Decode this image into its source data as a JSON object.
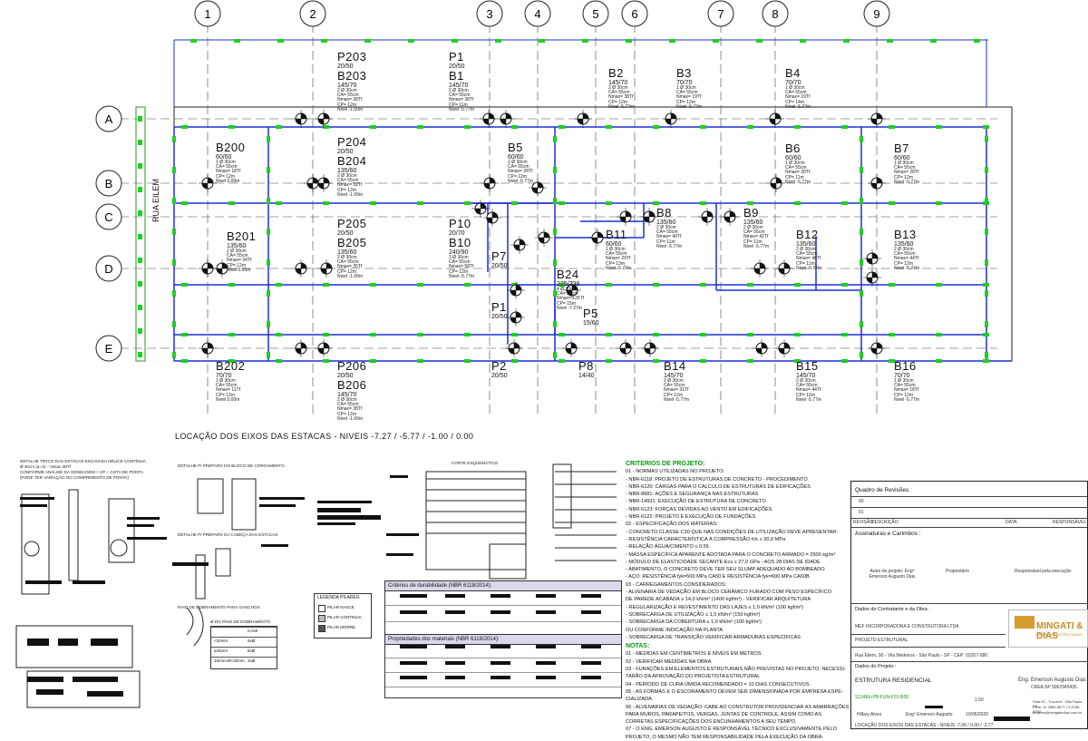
{
  "drawing": {
    "axes_numbers": [
      "1",
      "2",
      "3",
      "4",
      "5",
      "6",
      "7",
      "8",
      "9"
    ],
    "axes_letters": [
      "A",
      "B",
      "C",
      "D",
      "E"
    ],
    "street": "RUA EILEM",
    "caption": "LOCAÇÃO DOS EIXOS DAS ESTACAS - NIVEIS -7.27 / -5.77 / -1.00 / 0.00"
  },
  "elements": [
    {
      "id": "p203",
      "lines": [
        "P203",
        "20/50",
        "B203"
      ],
      "detail": [
        "145/70",
        "2 Ø 30cm",
        "CA= 55cm",
        "Nmax= 38Tf",
        "CP= 12m",
        "Nivel -1.00m"
      ]
    },
    {
      "id": "p1",
      "lines": [
        "P1",
        "20/50",
        "B1"
      ],
      "detail": [
        "145/70",
        "2 Ø 30cm",
        "CA= 55cm",
        "Nmax= 38Tf",
        "CP= 11m",
        "Nivel -5.77m"
      ]
    },
    {
      "id": "b2",
      "lines": [
        "B2"
      ],
      "detail": [
        "145/70",
        "2 Ø 30cm",
        "CA= 55cm",
        "Nmax= 38Tf",
        "CP= 12m",
        "Nivel -5.77m"
      ]
    },
    {
      "id": "b3",
      "lines": [
        "B3"
      ],
      "detail": [
        "70/70",
        "1 Ø 30cm",
        "CA= 55cm",
        "Nmax= 19Tf",
        "CP= 12m",
        "Nivel -5.77m"
      ]
    },
    {
      "id": "b4",
      "lines": [
        "B4"
      ],
      "detail": [
        "70/70",
        "1 Ø 30cm",
        "CA= 55cm",
        "Nmax= 19Tf",
        "CP= 14m",
        "Nivel -5.77m"
      ]
    },
    {
      "id": "b200",
      "lines": [
        "B200"
      ],
      "detail": [
        "60/60",
        "1 Ø 30cm",
        "CA= 55cm",
        "Nmax= 18Tf",
        "CP= 12m",
        "Nivel 0.00m"
      ]
    },
    {
      "id": "p204",
      "lines": [
        "P204",
        "20/50",
        "B204"
      ],
      "detail": [
        "135/60",
        "2 Ø 30cm",
        "CA= 55cm",
        "Nmax= 32Tf",
        "CP= 12m",
        "Nivel -1.00m"
      ]
    },
    {
      "id": "b5",
      "lines": [
        "B5"
      ],
      "detail": [
        "60/60",
        "1 Ø 30cm",
        "CA= 55cm",
        "Nmax= 28Tf",
        "CP= 12m",
        "Nivel -5.77m"
      ]
    },
    {
      "id": "b6",
      "lines": [
        "B6"
      ],
      "detail": [
        "60/60",
        "1 Ø 30cm",
        "CA= 55cm",
        "Nmax= 28Tf",
        "CP= 11m",
        "Nivel -5.77m"
      ]
    },
    {
      "id": "b7",
      "lines": [
        "B7"
      ],
      "detail": [
        "60/60",
        "1 Ø 30cm",
        "CA= 55cm",
        "Nmax= 28Tf",
        "CP= 12m",
        "Nivel -5.77m"
      ]
    },
    {
      "id": "b8",
      "lines": [
        "B8"
      ],
      "detail": [
        "135/60",
        "2 Ø 30cm",
        "CA= 55cm",
        "Nmax= 40Tf",
        "CP= 11m",
        "Nivel -5.77m"
      ]
    },
    {
      "id": "b9",
      "lines": [
        "B9"
      ],
      "detail": [
        "135/60",
        "2 Ø 30cm",
        "CA= 55cm",
        "Nmax= 42Tf",
        "CP= 11m",
        "Nivel -5.77m"
      ]
    },
    {
      "id": "b201",
      "lines": [
        "B201"
      ],
      "detail": [
        "135/60",
        "2 Ø 30cm",
        "CA= 55cm",
        "Nmax= 34Tf",
        "CP= 12m",
        "Nivel 0.00m"
      ]
    },
    {
      "id": "p205",
      "lines": [
        "P205",
        "20/50",
        "B205"
      ],
      "detail": [
        "135/60",
        "2 Ø 30cm",
        "CA= 55cm",
        "Nmax= 35Tf",
        "CP= 12m",
        "Nivel -1.00m"
      ]
    },
    {
      "id": "p10",
      "lines": [
        "P10",
        "20/70",
        "B10"
      ],
      "detail": [
        "240/90",
        "3 Ø 30cm",
        "CA= 55cm",
        "Nmax= 58Tf",
        "CP= 12m",
        "Nivel -5.77m"
      ]
    },
    {
      "id": "b11",
      "lines": [
        "B11"
      ],
      "detail": [
        "60/60",
        "1 Ø 30cm",
        "CA= 55cm",
        "Nmax= 29Tf",
        "CP= 13m",
        "Nivel -5.77m"
      ]
    },
    {
      "id": "b12",
      "lines": [
        "B12"
      ],
      "detail": [
        "135/60",
        "2 Ø 30cm",
        "CA= 55cm",
        "Nmax= 48Tf",
        "CP= 11m",
        "Nivel -5.77m"
      ]
    },
    {
      "id": "b13",
      "lines": [
        "B13"
      ],
      "detail": [
        "135/60",
        "2 Ø 30cm",
        "CA= 55cm",
        "Nmax= 44Tf",
        "CP= 12m",
        "Nivel -5.77m"
      ]
    },
    {
      "id": "p7",
      "lines": [
        "P7",
        "20/50"
      ],
      "detail": []
    },
    {
      "id": "b24",
      "lines": [
        "B24"
      ],
      "detail": [
        "225/238",
        "4 Ø 30cm",
        "CA= 55cm",
        "Nmax= 126Tf",
        "CP= 15m",
        "Nivel -7.27m"
      ]
    },
    {
      "id": "p1b",
      "lines": [
        "P1",
        "20/50"
      ],
      "detail": []
    },
    {
      "id": "p5",
      "lines": [
        "P5",
        "15/60"
      ],
      "detail": []
    },
    {
      "id": "b202",
      "lines": [
        "B202"
      ],
      "detail": [
        "70/70",
        "1 Ø 30cm",
        "CA= 55cm",
        "Nmax= 11Tf",
        "CP= 12m",
        "Nivel 0.00m"
      ]
    },
    {
      "id": "p206",
      "lines": [
        "P206",
        "20/50",
        "B206"
      ],
      "detail": [
        "145/70",
        "2 Ø 30cm",
        "CA= 55cm",
        "Nmax= 38Tf",
        "CP= 12m",
        "Nivel -1.00m"
      ]
    },
    {
      "id": "p2",
      "lines": [
        "P2",
        "20/50"
      ],
      "detail": []
    },
    {
      "id": "p8",
      "lines": [
        "P8",
        "14/40"
      ],
      "detail": []
    },
    {
      "id": "b14",
      "lines": [
        "B14"
      ],
      "detail": [
        "145/70",
        "2 Ø 30cm",
        "CA= 55cm",
        "Nmax= 31Tf",
        "CP= 12m",
        "Nivel -5.77m"
      ]
    },
    {
      "id": "b15",
      "lines": [
        "B15"
      ],
      "detail": [
        "145/70",
        "2 Ø 30cm",
        "CA= 55cm",
        "Nmax= 44Tf",
        "CP= 12m",
        "Nivel -5.77m"
      ]
    },
    {
      "id": "b16",
      "lines": [
        "B16"
      ],
      "detail": [
        "70/70",
        "1 Ø 30cm",
        "CA= 55cm",
        "Nmax= 18Tf",
        "CP= 12m",
        "Nivel -5.77m"
      ]
    }
  ],
  "details": {
    "estaca_title": "DETALHE TÍPICO DAS ESTACAS ESCAVADA HÉLICE CONTÍNUA",
    "estaca_sub": "Ø 30cm (a=3) – Nmax 38Tf",
    "estaca_sub2": "CONFORME ANÁLISE DA SONDAGEM + CP – COTA DE PONTA",
    "estaca_sub3": "(PODE TER VARIAÇÃO NO COMPRIMENTO DE PONTA)",
    "bloco_title": "DETALHE P/ PREPARO DO BLOCO DE COROAMENTO",
    "cabeca_title": "DETALHE P/ PREPARO DA CABEÇA DAS ESTACAS",
    "raio_title": "RAIO DE DOBRAMENTO PARA GANCHOS",
    "pino_title": "Ø DO PINO DE DOBRAMENTO",
    "corte_title": "CORTE ESQUEMÁTICO",
    "legend_title": "LEGENDA PILARES:",
    "legend_items": [
      "PILAR NASCE",
      "PILAR CONTINUA",
      "PILAR MORRE"
    ],
    "durab_title": "Critérios de durabilidade (NBR 6118/2014):",
    "prop_title": "Propriedades dos materiais (NBR 6118/2014):",
    "pino_rows": [
      [
        "",
        "CA50"
      ],
      [
        "<20mm",
        "5xØ"
      ],
      [
        "≥20mm",
        "8xØ"
      ],
      [
        "10mm<Ø<20mm",
        "3xØ"
      ]
    ]
  },
  "criteria": {
    "title": "CRITÉRIOS DE PROJETO:",
    "lines": [
      "01 - NORMAS UTILIZADAS NO PROJETO:",
      "  - NBR-6118: PROJETO DE ESTRUTURAS DE CONCRETO - PROCEDIMENTO",
      "  - NBR-6120: CARGAS PARA O CÁLCULO DE ESTRUTURAS DE EDIFICAÇÕES",
      "  - NBR-8681: AÇÕES E SEGURANÇA NAS ESTRUTURAS",
      "  - NBR-14931: EXECUÇÃO DE ESTRUTURA DE CONCRETO",
      "  - NBR-6123: FORÇAS DEVIDAS AO VENTO EM EDIFICAÇÕES",
      "  - NBR-6122: PROJETO E EXECUÇÃO DE FUNDAÇÕES",
      "02 - ESPECIFICAÇÃO DOS MATERIAS:",
      "  - CONCRETO CLASSE C30 QUE NAS CONDIÇÕES DE UTILIZAÇÃO DEVE APRESENTAR:",
      "  - RESISTÊNCIA CARACTERÍSTICA À COMPRESSÃO fck ≥ 30,0 MPa",
      "  - RELAÇÃO ÁGUA/CIMENTO ≤ 0,55",
      "  - MASSA ESPECÍFICA APARENTE ADOTADA PARA O CONCRETO ARMADO = 2500 kg/m³",
      "  - MÓDULO DE ELASTICIDADE SECANTE Ecs ≥ 27,0 GPa - AOS 28 DIAS DE IDADE",
      "  - ABATIMENTO, O CONCRETO DEVE TER SEU SLUMP ADEQUADO AO BOMBEADO",
      "  - AÇO: RESISTÊNCIA fyk=500 MPa CA50 E RESISTÊNCIA fyk=600 MPa CA60B",
      "03 - CARREGAMENTOS CONSIDERADOS:",
      "  - ALVENARIA DE VEDAÇÃO EM BLOCO CERÂMICO FURADO COM PESO ESPECÍFICO",
      "    DE PAREDE ACABADA ≤ 14,0 kN/m³ (1400 kgf/m³) - VERIFICAR ARQUITETURA",
      "  - REGULARIZAÇÃO E REVESTIMENTO DAS LAJES ≤ 1,0 kN/m² (100 kgf/m²)",
      "  - SOBRECARGA DE UTILIZAÇÃO ≤ 1,5 kN/m² (150 kgf/m²)",
      "  - SOBRECARGA DA COBERTURA ≤ 1,0 kN/m² (100 kgf/m²)",
      "    OU CONFORME INDICAÇÃO NA PLANTA",
      "  - SOBRECARGA DE TRANSIÇÃO VERIFICAR ARMADURAS ESPECÍFICAS"
    ],
    "notes_title": "NOTAS:",
    "notes": [
      "01 - MEDIDAS EM CENTÍMETROS E NÍVEIS EM METROS",
      "02 - VERIFICAR MEDIDAS NA OBRA",
      "03 - FURAÇÕES EM ELEMENTOS ESTRUTURAIS NÃO PREVISTAS NO PROJETO, NECESSI-",
      "     TARÃO DA APROVAÇÃO DO PROJETISTA ESTRUTURAL",
      "04 - PERÍODO DE CURA ÚMIDA RECOMENDADO = 10 DIAS CONSECUTIVOS.",
      "05 - AS FORMAS E O ESCORAMENTO DEVEM SER DIMENSIONADA POR EMPRESA ESPE-",
      "     CIALIZADA.",
      "06 - ALVENARIAS DE VEDAÇÃO: CABE AO CONSTRUTOR PROVIDENCIAR AS AMARRAÇÕES",
      "     PARA MUROS, PARAPEITOS, VERGAS, JUNTAS DE CONTROLE, ASSIM COMO AS",
      "     CORRETAS ESPECIFICAÇÕES DOS ENCUNHAMENTOS A SEU TEMPO.",
      "07 - O ENG. EMERSON AUGUSTO É RESPONSÁVEL TÉCNICO EXCLUSIVAMENTE PELO",
      "     PROJETO, O MESMO NÃO TEM RESPONSABILIDADE PELA EXECUÇÃO DA OBRA."
    ]
  },
  "title_block": {
    "revisions_title": "Quadro de Revisões :",
    "rev_cols": [
      "REVISÃO",
      "DESCRIÇÃO",
      "DATA",
      "RESPONSÁVEL"
    ],
    "rev_rows": [
      "00",
      "01"
    ],
    "signatures_title": "Assinaturas e Carimbos :",
    "sig_labels": [
      "Autor do projeto: Engº Emerson Augusto Dias",
      "Proprietário",
      "Responsável pela execução"
    ],
    "owner_title": "Dados do Contratante e da Obra :",
    "owner_name": "MEF INCORPORADORA E CONSTRUTORA LTDA",
    "project_type": "PROJETO ESTRUTURAL",
    "address": "Rua Eilem, 90 - Vila Medeiros - São Paulo - SP - CEP: 02207-080",
    "project_title": "Dados do Projeto :",
    "project_name": "ESTRUTURA RESIDENCIAL",
    "sheet_code": "S124Eb-PB-FUN-F01-R00",
    "scale": "1:50",
    "drawn": "Hillary Alves",
    "engineer": "Engº Emerson Augusto",
    "date": "10/06/2020",
    "sheet_desc": "LOCAÇÃO DOS EIXOS DAS ESTACAS - NIVEIS -7,00 / 0,00 / -2,77",
    "eng_name": "Eng. Emerson Augusto Dias",
    "crea": "CREA SP 5062945435",
    "contact1": "Sala 01 - Tucuruvi - São Paulo - SP",
    "contact2": "Fone: 11 3569-5877 / 9 9785-6050",
    "contact3": "projetos@mingatiedias.com.br",
    "logo": "MINGATI & DIAS",
    "logo_sub": "PROJETOS ESTRUTURAIS"
  }
}
